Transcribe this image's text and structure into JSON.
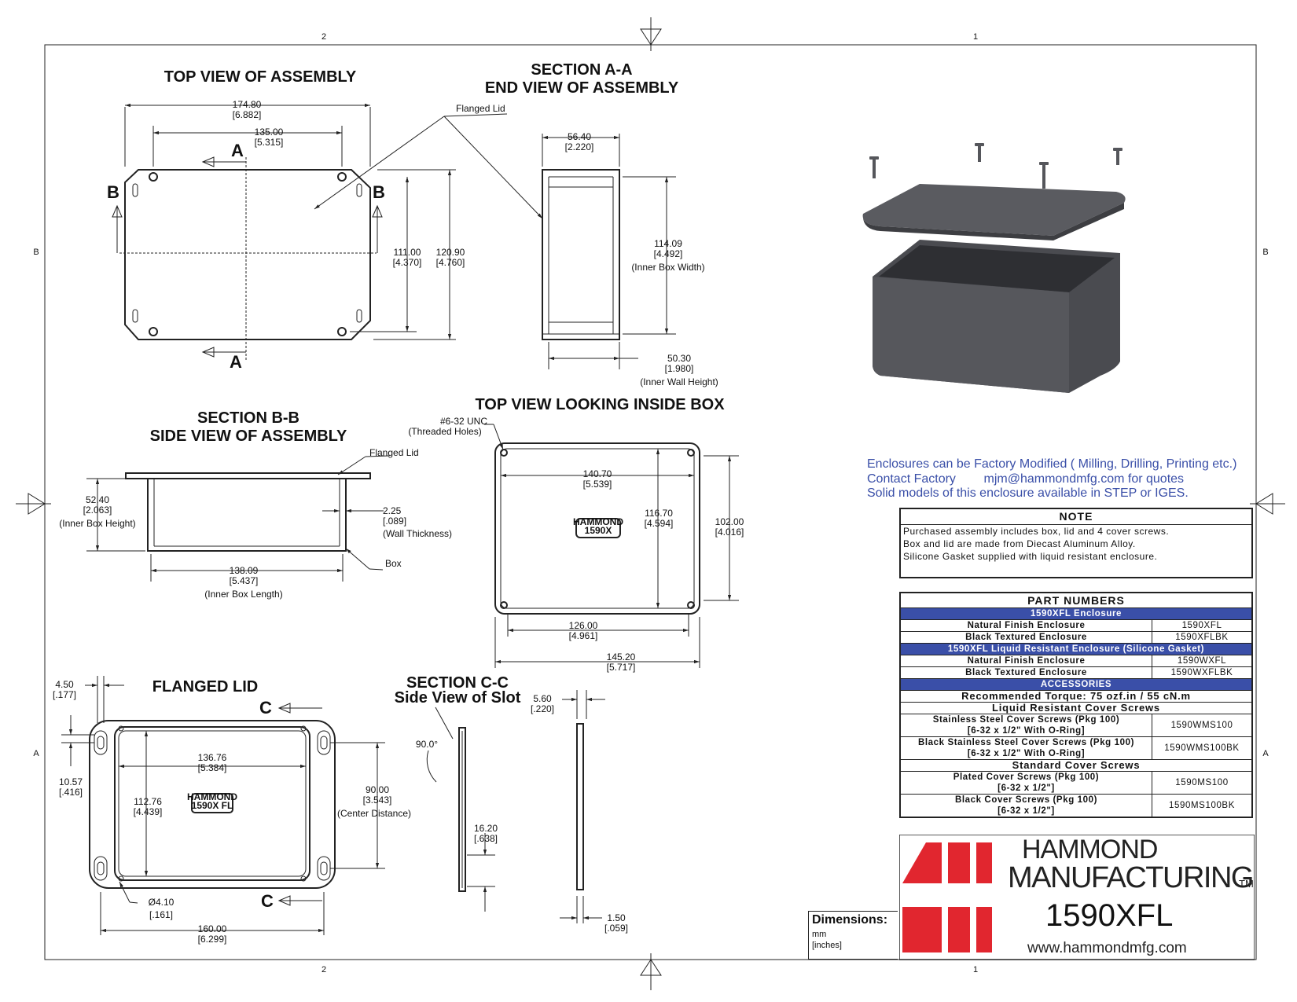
{
  "zones": {
    "top_left": "2",
    "top_right": "1",
    "bottom_left": "2",
    "bottom_right": "1",
    "side_b": "B",
    "side_a": "A"
  },
  "views": {
    "top_view": "TOP VIEW OF ASSEMBLY",
    "section_aa_1": "SECTION A-A",
    "section_aa_2": "END VIEW OF ASSEMBLY",
    "section_bb_1": "SECTION B-B",
    "section_bb_2": "SIDE VIEW OF ASSEMBLY",
    "inside_box": "TOP VIEW LOOKING INSIDE BOX",
    "flanged_lid": "FLANGED LID",
    "section_cc_1": "SECTION C-C",
    "section_cc_2": "Side View of Slot"
  },
  "section_letters": {
    "a": "A",
    "b": "B",
    "c": "C"
  },
  "labels": {
    "flanged_lid": "Flanged Lid",
    "box": "Box",
    "thread_1": "#6-32 UNC",
    "thread_2": "(Threaded Holes)",
    "inner_box_width": "(Inner Box Width)",
    "inner_wall_height": "(Inner Wall Height)",
    "inner_box_height": "(Inner Box Height)",
    "wall_thickness": "(Wall Thickness)",
    "inner_box_length": "(Inner Box Length)",
    "center_distance": "(Center Distance)",
    "angle": "90.0°",
    "logo_plate_1": "HAMMOND",
    "logo_plate_2": "1590X",
    "logo_plate_3": "1590X FL"
  },
  "dimensions": {
    "d174": "174.80",
    "i174": "[6.882]",
    "d135": "135.00",
    "i135": "[5.315]",
    "d111": "111.00",
    "i111": "[4.370]",
    "d1209": "120.90",
    "i1209": "[4.760]",
    "d564": "56.40",
    "i564": "[2.220]",
    "d11409": "114.09",
    "i11409": "[4.492]",
    "d503": "50.30",
    "i503": "[1.980]",
    "d524": "52.40",
    "i524": "[2.063]",
    "d225": "2.25",
    "i225": "[.089]",
    "d13809": "138.09",
    "i13809": "[5.437]",
    "d1407": "140.70",
    "i1407": "[5.539]",
    "d1167": "116.70",
    "i1167": "[4.594]",
    "d102": "102.00",
    "i102": "[4.016]",
    "d126": "126.00",
    "i126": "[4.961]",
    "d1452": "145.20",
    "i1452": "[5.717]",
    "d45": "4.50",
    "i45": "[.177]",
    "d1057": "10.57",
    "i1057": "[.416]",
    "d13676": "136.76",
    "i13676": "[5.384]",
    "d11276": "112.76",
    "i11276": "[4.439]",
    "d90": "90.00",
    "i90": "[3.543]",
    "d41": "Ø4.10",
    "i41": "[.161]",
    "d160": "160.00",
    "i160": "[6.299]",
    "d56": "5.60",
    "i56": "[.220]",
    "d162": "16.20",
    "i162": "[.638]",
    "d15": "1.50",
    "i15": "[.059]"
  },
  "modification": {
    "line1": "Enclosures can be Factory Modified ( Milling, Drilling, Printing etc.)",
    "line2": "Contact Factory        mjm@hammondmfg.com for quotes",
    "line3": "Solid models of this enclosure available in STEP or IGES."
  },
  "note": {
    "title": "NOTE",
    "lines": [
      "Purchased assembly includes box, lid and 4 cover screws.",
      "Box and lid are made from Diecast Aluminum Alloy.",
      "Silicone Gasket supplied with liquid resistant enclosure."
    ]
  },
  "parts": {
    "title": "PART NUMBERS",
    "group1": "1590XFL Enclosure",
    "r1_desc": "Natural Finish Enclosure",
    "r1_pn": "1590XFL",
    "r2_desc": "Black Textured Enclosure",
    "r2_pn": "1590XFLBK",
    "group2": "1590XFL Liquid Resistant Enclosure (Silicone Gasket)",
    "r3_desc": "Natural Finish Enclosure",
    "r3_pn": "1590WXFL",
    "r4_desc": "Black Textured Enclosure",
    "r4_pn": "1590WXFLBK",
    "group3": "ACCESSORIES",
    "torque": "Recommended Torque: 75 ozf.in / 55 cN.m",
    "sub1": "Liquid Resistant Cover Screws",
    "r5_desc1": "Stainless Steel Cover Screws (Pkg 100)",
    "r5_desc2": "[6-32 x 1/2\" With O-Ring]",
    "r5_pn": "1590WMS100",
    "r6_desc1": "Black Stainless Steel Cover Screws (Pkg 100)",
    "r6_desc2": "[6-32 x 1/2\" With O-Ring]",
    "r6_pn": "1590WMS100BK",
    "sub2": "Standard Cover Screws",
    "r7_desc1": "Plated Cover Screws (Pkg 100)",
    "r7_desc2": "[6-32 x 1/2\"]",
    "r7_pn": "1590MS100",
    "r8_desc1": "Black Cover Screws (Pkg 100)",
    "r8_desc2": "[6-32 x 1/2\"]",
    "r8_pn": "1590MS100BK"
  },
  "title_block": {
    "dims_title": "Dimensions:",
    "dims_mm": "mm",
    "dims_in": "[inches]",
    "brand_line1": "HAMMOND",
    "brand_line2": "MANUFACTURING",
    "tm": "TM",
    "part_number": "1590XFL",
    "website": "www.hammondmfg.com"
  },
  "colors": {
    "accent_blue": "#3a4fa8",
    "logo_red": "#e1262f",
    "render_grey": "#55565b"
  }
}
